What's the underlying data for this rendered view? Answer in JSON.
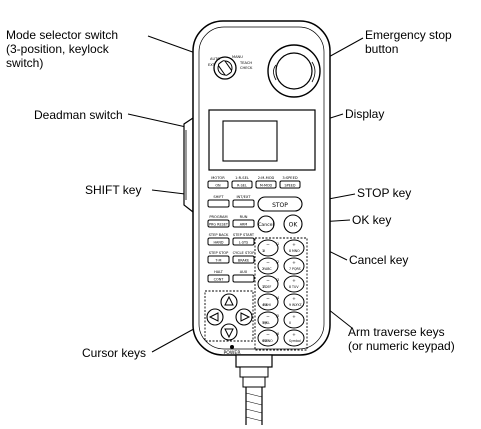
{
  "callouts": {
    "mode_selector": {
      "line1": "Mode selector switch",
      "line2": "(3-position, keylock",
      "line3": "switch)"
    },
    "emergency_stop": {
      "line1": "Emergency stop",
      "line2": "button"
    },
    "deadman": "Deadman switch",
    "display": "Display",
    "shift_key": "SHIFT key",
    "stop_key": "STOP key",
    "ok_key": "OK key",
    "cancel_key": "Cancel key",
    "arm_traverse": {
      "line1": "Arm traverse keys",
      "line2": "(or numeric keypad)"
    },
    "cursor_keys": "Cursor keys"
  },
  "selector_labels": {
    "auto": "AUTO",
    "ext": "EXT",
    "manual": "MANU",
    "teach": "TEACH",
    "check": "CHECK"
  },
  "left_keys": [
    {
      "top": "MOTOR",
      "bottom": "ON"
    },
    {
      "top": "1:R-SEL",
      "bottom": "R-SEL"
    },
    {
      "top": "2:M-MOD",
      "bottom": "M-MOD"
    },
    {
      "top": "3:SPEED",
      "bottom": "SPEED"
    },
    {
      "top": "SHIFT",
      "bottom": ""
    },
    {
      "top": "INT/EXT",
      "bottom": ""
    },
    {
      "top": "PROGRAM",
      "bottom": "PRG RESET"
    },
    {
      "top": "RUN",
      "bottom": "ARM"
    },
    {
      "top": "STEP BACK",
      "bottom": "HAND"
    },
    {
      "top": "STEP START",
      "bottom": "L-SYS"
    },
    {
      "top": "STEP STOP",
      "bottom": "T-M"
    },
    {
      "top": "CYCLE STOP",
      "bottom": "BRAKE"
    },
    {
      "top": "HALT",
      "bottom": "CONT"
    },
    {
      "top": "AUX",
      "bottom": ""
    }
  ],
  "stop_label": "STOP",
  "cancel_label": "Cancel",
  "ok_label": "OK",
  "keypad": [
    {
      "j": "J1",
      "l": "1",
      "r": "X"
    },
    {
      "j": "",
      "l": "",
      "r": "8 MNO"
    },
    {
      "j": "J2",
      "l": "2 ABC",
      "r": "Y"
    },
    {
      "j": "",
      "l": "",
      "r": "7 PQRS"
    },
    {
      "j": "J3",
      "l": "3 DEF",
      "r": "Z"
    },
    {
      "j": "",
      "l": "",
      "r": "8 TUV"
    },
    {
      "j": "J4",
      "l": "4 GHI",
      "r": "RX"
    },
    {
      "j": "",
      "l": "",
      "r": "9 WXYZ"
    },
    {
      "j": "J5",
      "l": "5 JKL",
      "r": "RY"
    },
    {
      "j": "",
      "l": "",
      "r": "0"
    },
    {
      "j": "J6",
      "l": "6 MNO",
      "r": "RZ"
    },
    {
      "j": "",
      "l": "",
      "r": "Symbol"
    }
  ],
  "power_label": "POWER"
}
